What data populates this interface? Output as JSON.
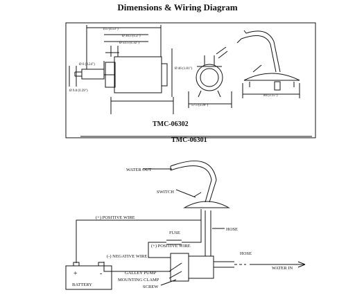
{
  "title": "Dimensions & Wiring Diagram",
  "dimensions": {
    "d1": "115 (4.53\")",
    "d2": "Ø 30.5 (1.2\")",
    "d3": "Ø 33.5 (1.32\")",
    "d4": "Ø 6 (0.24\")",
    "d5": "Ø 9.8 (0.39\")",
    "d6": "Ø 46 (1.81\")",
    "d7": "57.5 (2.26\")",
    "d8": "80 (3.15\")",
    "model_a": "TMC-06302",
    "model_b": "TMC-06301"
  },
  "wiring": {
    "water_out": "WATER OUT",
    "switch": "SWITCH",
    "positive_wire_top": "(+) POSITIVE WIRE",
    "hose_top": "HOSE",
    "fuse": "FUSE",
    "positive_wire": "(+) POSITIVE WIRE",
    "negative_wire": "(-) NEGATIVE WIRE",
    "hose_right": "HOSE",
    "water_in": "WATER IN",
    "battery": "BATTERY",
    "plus": "+",
    "minus": "-",
    "galley_pump": "GALLEY PUMP",
    "mounting_clamp": "MOUNTING CLAMP",
    "screw": "SCREW"
  }
}
